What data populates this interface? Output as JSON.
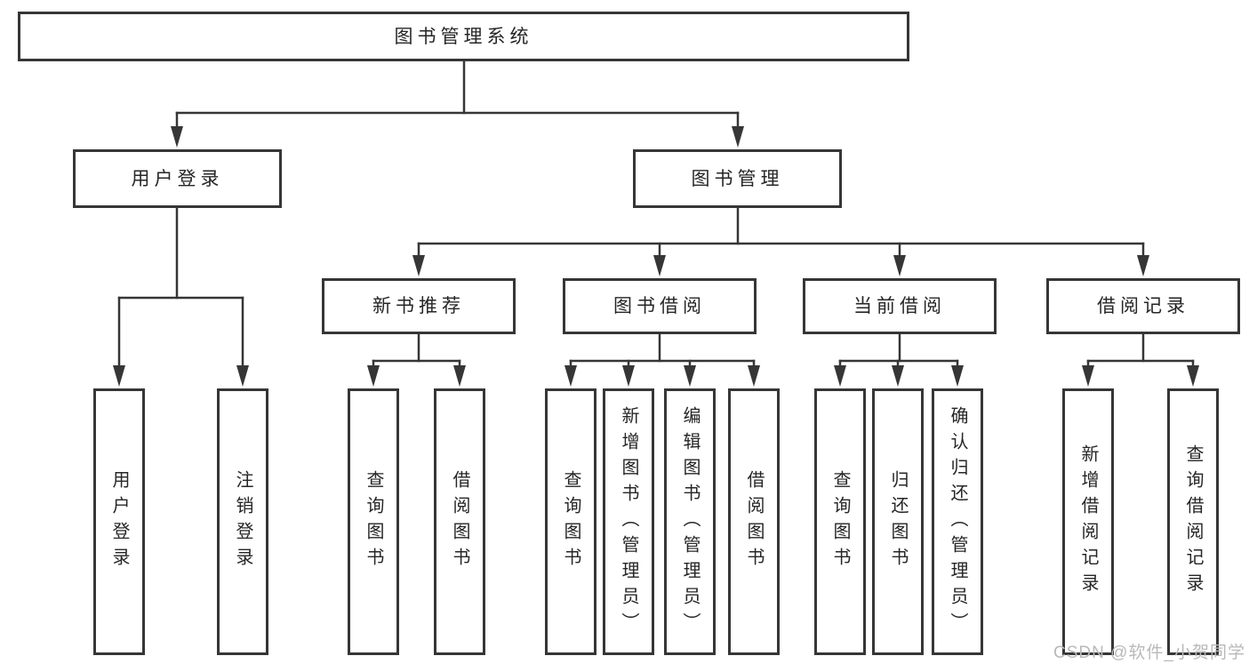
{
  "tree": {
    "label": "图书管理系统",
    "children": [
      {
        "label": "用户登录",
        "children": [
          {
            "label": "用户登录"
          },
          {
            "label": "注销登录"
          }
        ]
      },
      {
        "label": "图书管理",
        "children": [
          {
            "label": "新书推荐",
            "children": [
              {
                "label": "查询图书"
              },
              {
                "label": "借阅图书"
              }
            ]
          },
          {
            "label": "图书借阅",
            "children": [
              {
                "label": "查询图书"
              },
              {
                "label": "新增图书（管理员）"
              },
              {
                "label": "编辑图书（管理员）"
              },
              {
                "label": "借阅图书"
              }
            ]
          },
          {
            "label": "当前借阅",
            "children": [
              {
                "label": "查询图书"
              },
              {
                "label": "归还图书"
              },
              {
                "label": "确认归还（管理员）"
              }
            ]
          },
          {
            "label": "借阅记录",
            "children": [
              {
                "label": "新增借阅记录"
              },
              {
                "label": "查询借阅记录"
              }
            ]
          }
        ]
      }
    ]
  },
  "watermark": {
    "text": "CSDN @软件_小贺同学",
    "color": "#b9b9b9"
  },
  "colors": {
    "line": "#363636",
    "text": "#262626",
    "background": "#ffffff"
  }
}
